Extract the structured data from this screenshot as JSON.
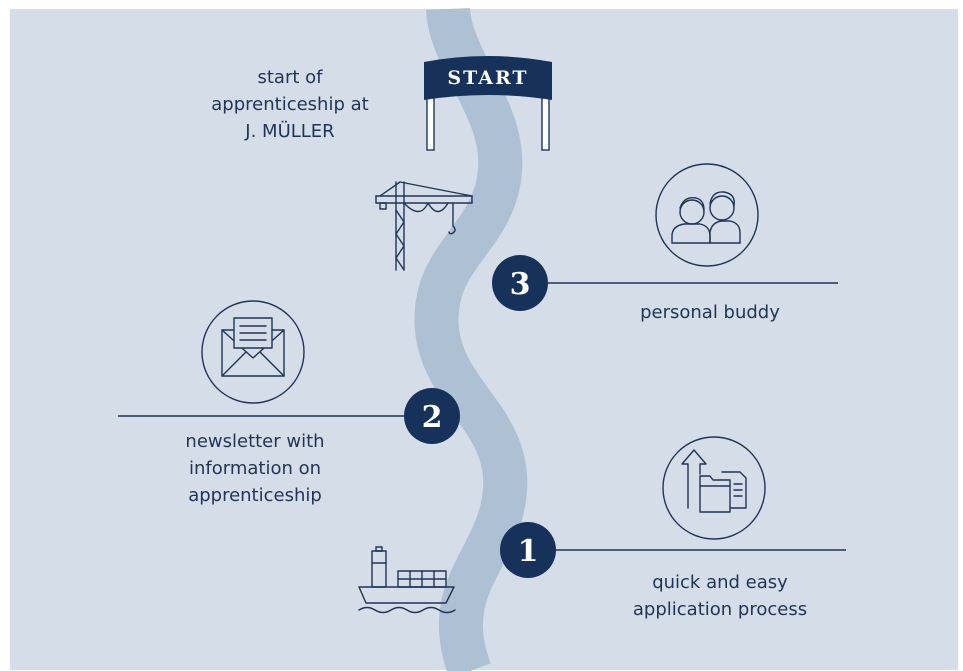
{
  "start_banner": "START",
  "steps": [
    {
      "number": "1",
      "label_lines": [
        "quick and easy",
        "application process"
      ],
      "icon": "upload-documents-icon"
    },
    {
      "number": "2",
      "label_lines": [
        "newsletter with",
        "information on",
        "apprenticeship"
      ],
      "icon": "envelope-newsletter-icon"
    },
    {
      "number": "3",
      "label_lines": [
        "personal buddy"
      ],
      "icon": "two-people-icon"
    }
  ],
  "start_label_lines": [
    "start of",
    "apprenticeship at",
    "J. MÜLLER"
  ],
  "decorations": [
    "crane-icon",
    "container-ship-icon"
  ],
  "colors": {
    "background": "#d4dde8",
    "river": "#aec0d3",
    "navy": "#16325a"
  }
}
